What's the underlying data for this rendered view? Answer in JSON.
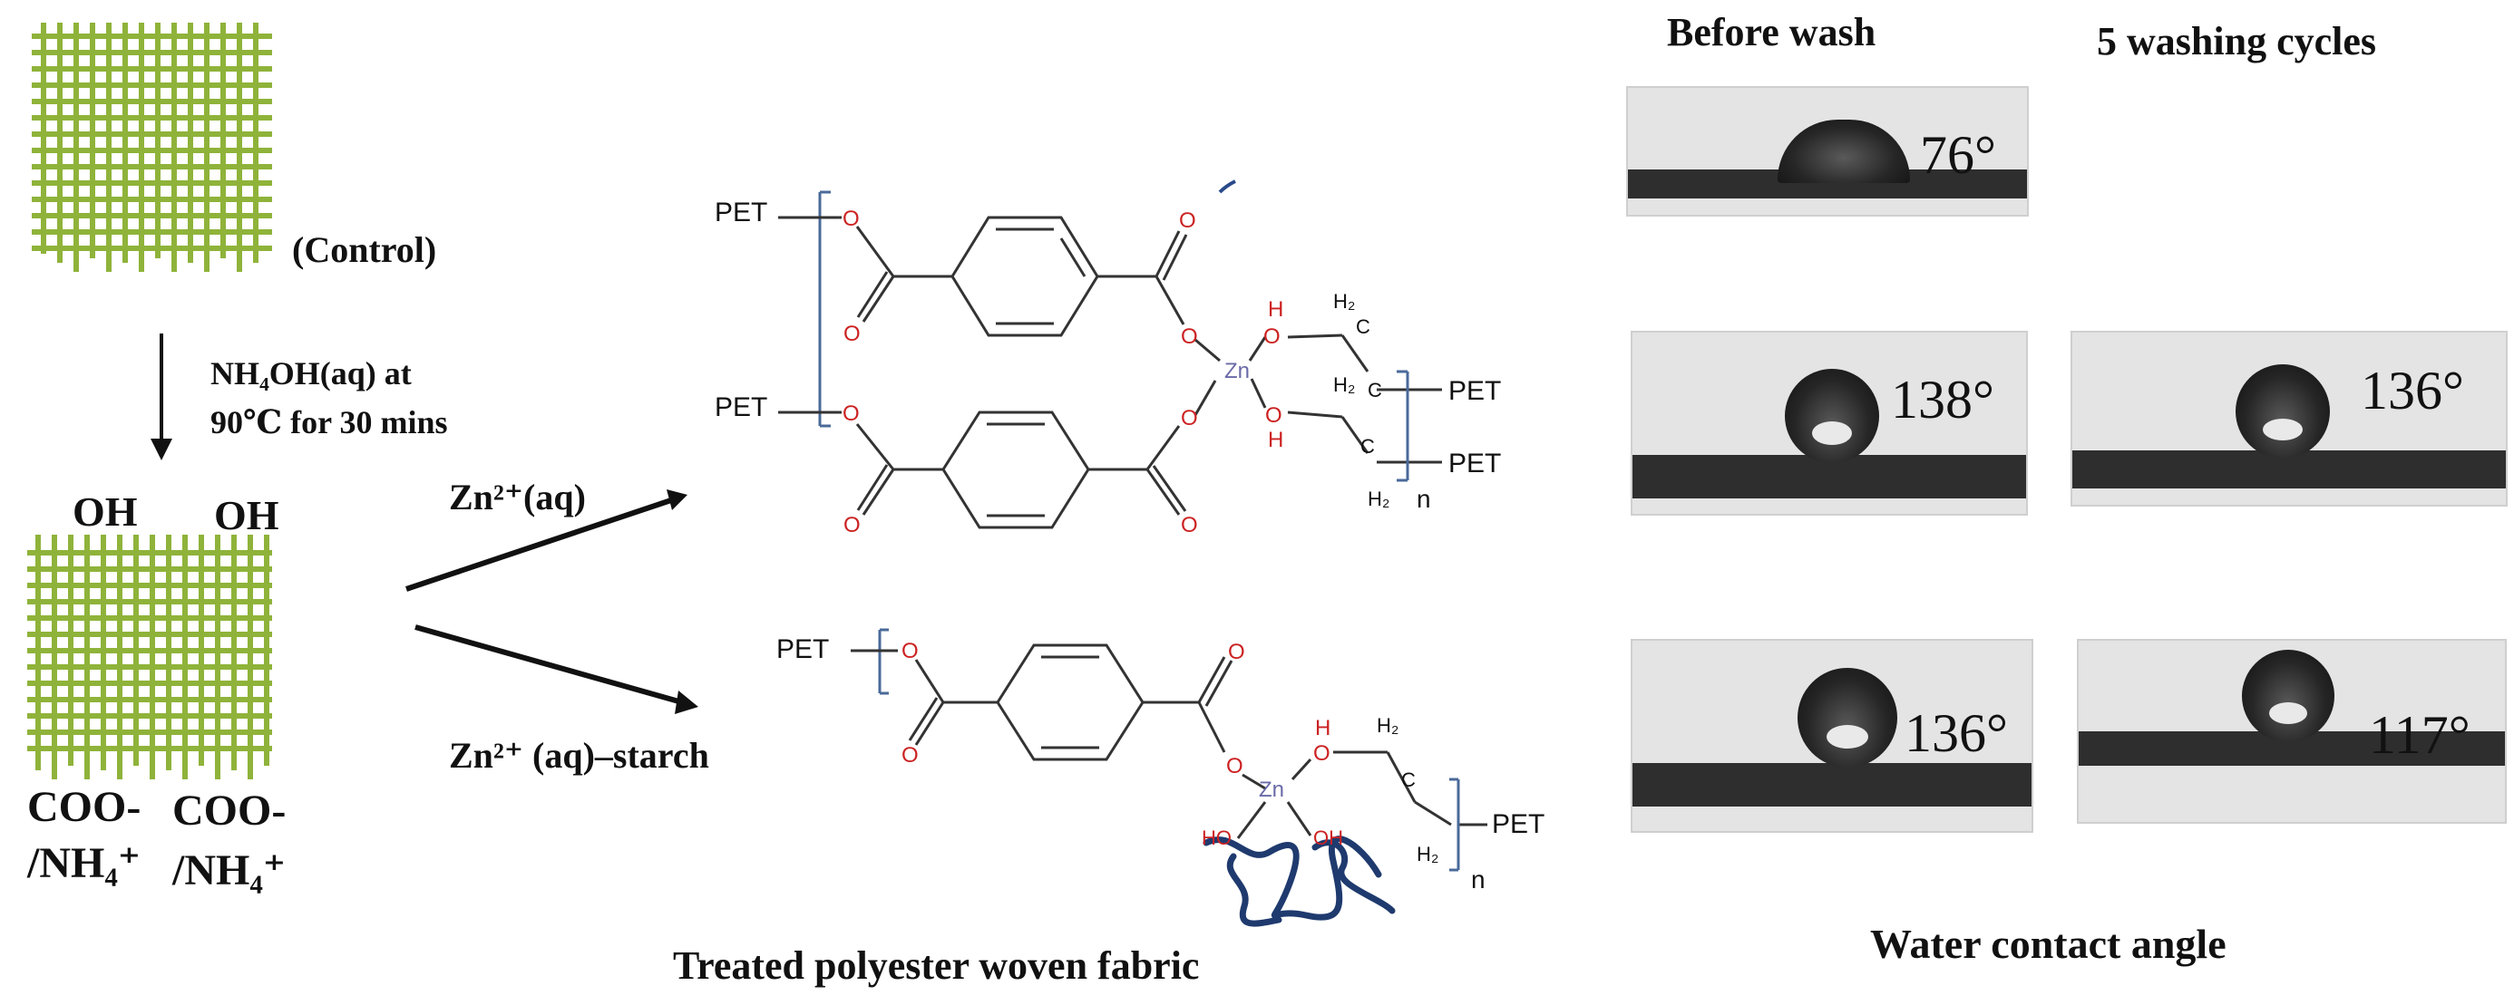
{
  "control_label": "(Control)",
  "reagent": {
    "line1": "NH₄OH(aq) at",
    "line2": "90℃ for 30 mins"
  },
  "surface_groups": {
    "oh1": "OH",
    "oh2": "OH",
    "coo1_a": "COO-",
    "coo1_b": "/NH₄⁺",
    "coo2_a": "COO-",
    "coo2_b": "/NH₄⁺"
  },
  "routes": {
    "zinc": "Zn²⁺(aq)",
    "zinc_starch": "Zn²⁺ (aq)–starch"
  },
  "structure_labels": {
    "pet": "PET",
    "zn": "Zn",
    "o": "O",
    "h": "H",
    "h2": "H₂",
    "c": "C",
    "n": "n",
    "ho": "HO",
    "oh": "OH"
  },
  "caption_fabric": "Treated polyester woven fabric",
  "columns": {
    "before": "Before wash",
    "after": "5 washing cycles"
  },
  "contact_angles": {
    "r1_before": "76°",
    "r2_before": "138°",
    "r2_after": "136°",
    "r3_before": "136°",
    "r3_after": "117°"
  },
  "caption_angle": "Water contact angle",
  "colors": {
    "fabric": "#8fb33a",
    "oxygen": "#cc2222",
    "zinc": "#6a6aa8",
    "starch": "#1f3a6e",
    "bracket": "#4a6a9a"
  }
}
